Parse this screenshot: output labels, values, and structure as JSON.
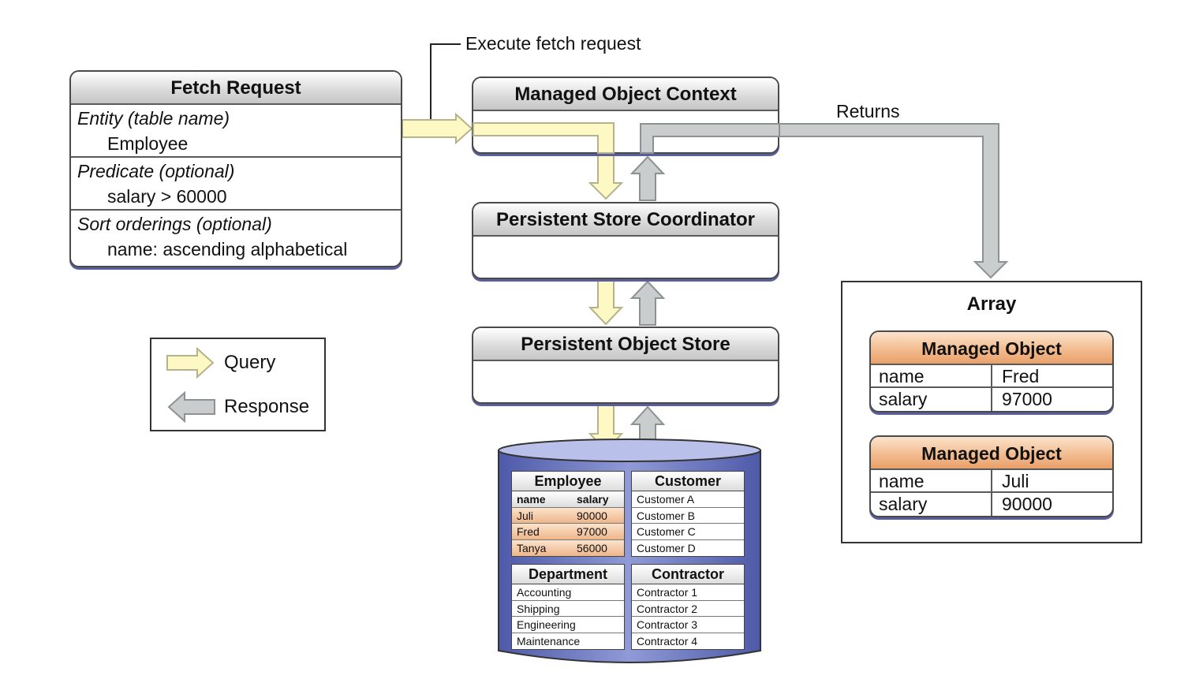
{
  "annotations": {
    "execute": "Execute fetch request",
    "returns": "Returns"
  },
  "fetch_request": {
    "title": "Fetch Request",
    "sections": [
      {
        "label": "Entity (table name)",
        "value": "Employee"
      },
      {
        "label": "Predicate (optional)",
        "value": "salary > 60000"
      },
      {
        "label": "Sort orderings (optional)",
        "value": "name: ascending alphabetical"
      }
    ]
  },
  "stack": {
    "context": "Managed Object Context",
    "coordinator": "Persistent Store Coordinator",
    "store": "Persistent Object Store"
  },
  "legend": {
    "query": "Query",
    "response": "Response"
  },
  "colors": {
    "query_arrow": "#fdf8c4",
    "response_arrow": "#c9cdcd",
    "header_orange": "#f2b98b",
    "database_blue": "#6f7bc2"
  },
  "array": {
    "title": "Array",
    "objects": [
      {
        "title": "Managed Object",
        "rows": [
          {
            "key": "name",
            "value": "Fred"
          },
          {
            "key": "salary",
            "value": "97000"
          }
        ]
      },
      {
        "title": "Managed Object",
        "rows": [
          {
            "key": "name",
            "value": "Juli"
          },
          {
            "key": "salary",
            "value": "90000"
          }
        ]
      }
    ]
  },
  "database": {
    "employee": {
      "title": "Employee",
      "headers": [
        "name",
        "salary"
      ],
      "rows": [
        [
          "Juli",
          "90000"
        ],
        [
          "Fred",
          "97000"
        ],
        [
          "Tanya",
          "56000"
        ]
      ]
    },
    "customer": {
      "title": "Customer",
      "rows": [
        "Customer A",
        "Customer B",
        "Customer C",
        "Customer D"
      ]
    },
    "department": {
      "title": "Department",
      "rows": [
        "Accounting",
        "Shipping",
        "Engineering",
        "Maintenance"
      ]
    },
    "contractor": {
      "title": "Contractor",
      "rows": [
        "Contractor 1",
        "Contractor 2",
        "Contractor 3",
        "Contractor 4"
      ]
    }
  }
}
